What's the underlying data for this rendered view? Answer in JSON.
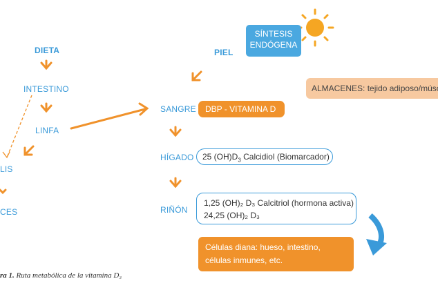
{
  "labels": {
    "dieta": "DIETA",
    "intestino": "INTESTINO",
    "linfa": "LINFA",
    "lis_cut": "LIS",
    "ces_cut": "CES",
    "piel": "PIEL",
    "sangre": "SANGRE",
    "higado": "HÍGADO",
    "rinon": "RIÑÓN"
  },
  "boxes": {
    "sintesis_line1": "SÍNTESIS",
    "sintesis_line2": "ENDÓGENA",
    "almacenes": "ALMACENES: tejido adiposo/múscu",
    "dbp": "DBP - VITAMINA D",
    "calcidiol_prefix": "25 (OH)D",
    "calcidiol_sub": "3",
    "calcidiol_rest": " Calcidiol (Biomarcador)",
    "rinon_line1": "1,25 (OH)₂ D₃ Calcitriol (hormona activa)",
    "rinon_line2": "24,25 (OH)₂ D₃",
    "celulas_line1": "Células diana: hueso, intestino,",
    "celulas_line2": "células inmunes, etc."
  },
  "caption": {
    "label": "ra 1.",
    "text": " Ruta metabólica de la vitamina D₃"
  },
  "colors": {
    "orange": "#f0922b",
    "blue": "#3a9ad9",
    "sky_box": "#4aa8e0",
    "peach": "#f7c9a0",
    "sun": "#f5a623"
  }
}
